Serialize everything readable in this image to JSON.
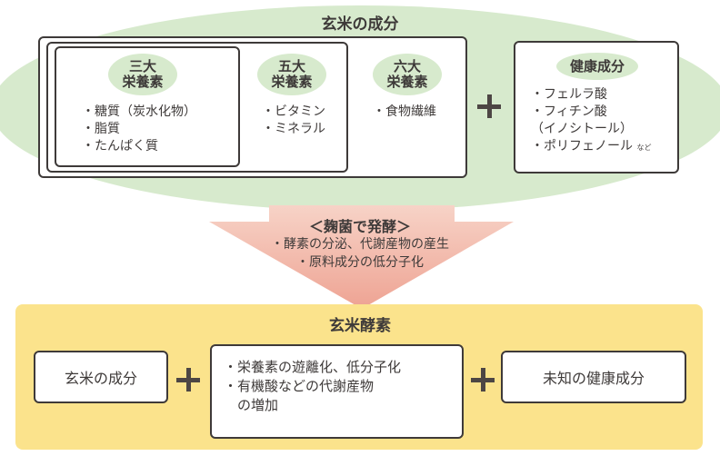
{
  "top_section": {
    "title": "玄米の成分",
    "groups": [
      {
        "heading_line1": "三大",
        "heading_line2": "栄養素",
        "items": [
          "・糖質（炭水化物）",
          "・脂質",
          "・たんぱく質"
        ]
      },
      {
        "heading_line1": "五大",
        "heading_line2": "栄養素",
        "items": [
          "・ビタミン",
          "・ミネラル"
        ]
      },
      {
        "heading_line1": "六大",
        "heading_line2": "栄養素",
        "items": [
          "・食物繊維"
        ]
      }
    ],
    "plus_symbol": "+",
    "health": {
      "heading": "健康成分",
      "items": [
        "・フェルラ酸",
        "・フィチン酸",
        "（イノシトール）",
        "・ポリフェノール"
      ],
      "suffix": "など"
    }
  },
  "arrow": {
    "title": "＜麹菌で発酵＞",
    "items": [
      "・酵素の分泌、代謝産物の産生",
      "・原料成分の低分子化"
    ]
  },
  "bottom_section": {
    "title": "玄米酵素",
    "box1": "玄米の成分",
    "box2_items": [
      "・栄養素の遊離化、低分子化",
      "・有機酸などの代謝産物",
      "　の増加"
    ],
    "box3": "未知の健康成分"
  },
  "colors": {
    "green": "#d7eacd",
    "pink": "#f2b3a4",
    "yellow": "#fbe38c",
    "text": "#3e3a39"
  }
}
